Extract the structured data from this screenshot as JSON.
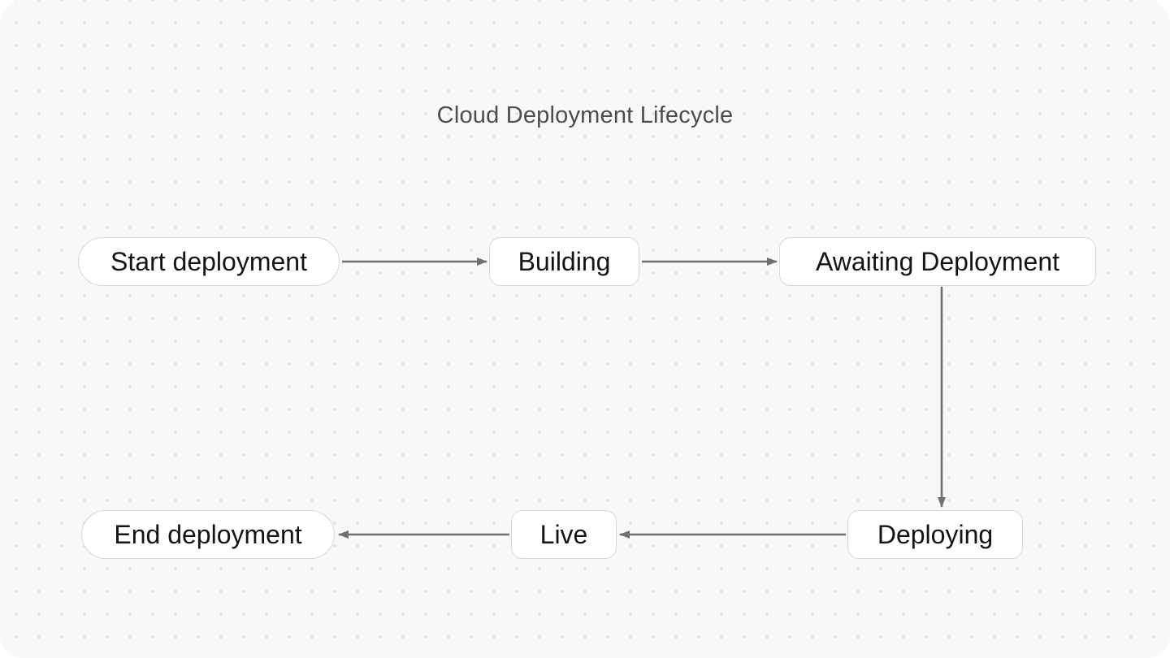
{
  "diagram": {
    "title": "Cloud Deployment Lifecycle"
  },
  "nodes": [
    {
      "id": "start",
      "label": "Start deployment",
      "shape": "stadium"
    },
    {
      "id": "building",
      "label": "Building",
      "shape": "rounded"
    },
    {
      "id": "awaiting",
      "label": "Awaiting Deployment",
      "shape": "rounded"
    },
    {
      "id": "deploying",
      "label": "Deploying",
      "shape": "rounded"
    },
    {
      "id": "live",
      "label": "Live",
      "shape": "rounded"
    },
    {
      "id": "end",
      "label": "End deployment",
      "shape": "stadium"
    }
  ],
  "edges": [
    {
      "from": "start",
      "to": "building",
      "direction": "right"
    },
    {
      "from": "building",
      "to": "awaiting",
      "direction": "right"
    },
    {
      "from": "awaiting",
      "to": "deploying",
      "direction": "down"
    },
    {
      "from": "deploying",
      "to": "live",
      "direction": "left"
    },
    {
      "from": "live",
      "to": "end",
      "direction": "left"
    }
  ],
  "colors": {
    "canvas_bg": "#f8f8f8",
    "dot": "#e3e3e6",
    "node_bg": "#ffffff",
    "node_border": "#d7d7dc",
    "node_text": "#141418",
    "edge": "#6f6f78",
    "title_text": "#4c4c54"
  }
}
